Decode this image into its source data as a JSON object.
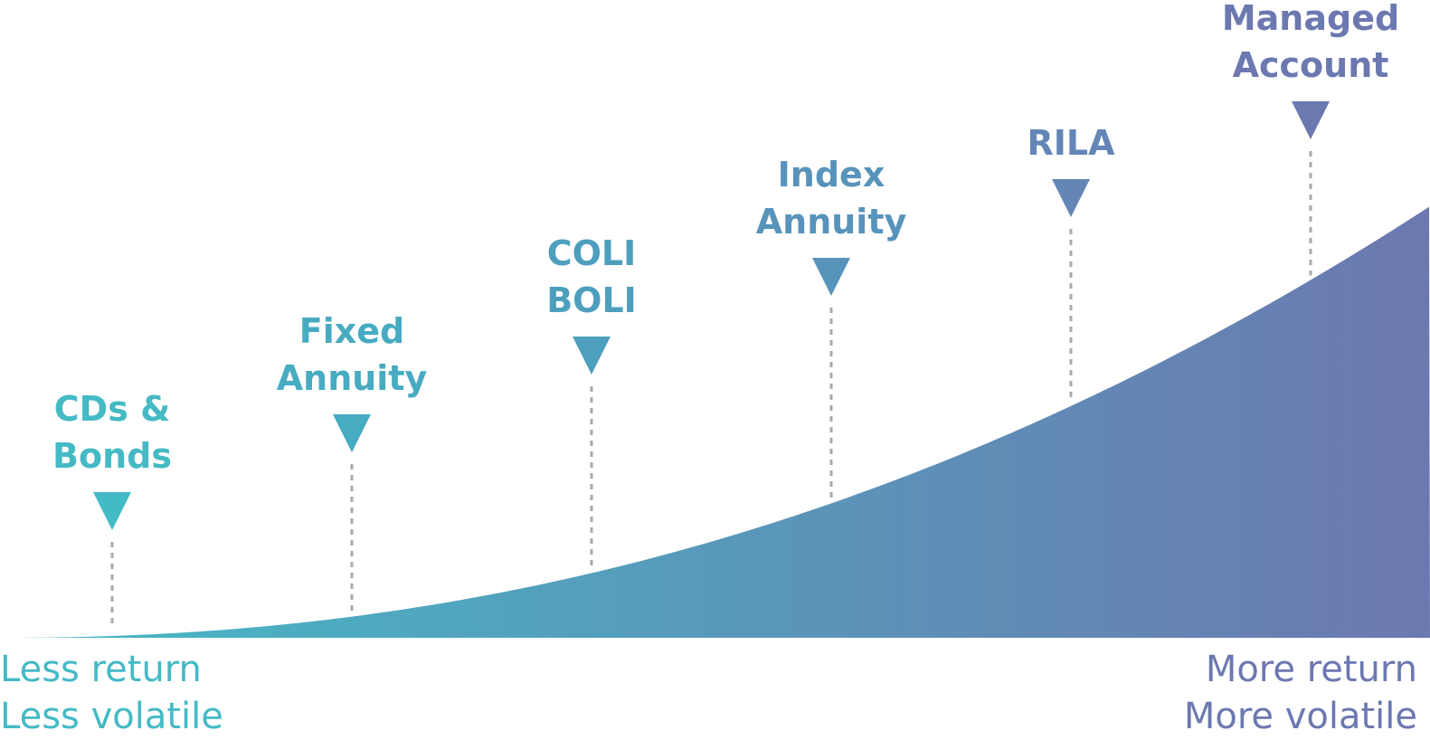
{
  "diagram": {
    "title": "Return vs volatility spectrum",
    "colors": {
      "start": "#44bac5",
      "end": "#6c78b0",
      "dash": "#aaaaaa"
    },
    "products": [
      {
        "lines": [
          "CDs &",
          "Bonds"
        ],
        "color": "#44bac5"
      },
      {
        "lines": [
          "Fixed",
          "Annuity"
        ],
        "color": "#47abc1"
      },
      {
        "lines": [
          "COLI",
          "BOLI"
        ],
        "color": "#4d9fbd"
      },
      {
        "lines": [
          "Index",
          "Annuity"
        ],
        "color": "#5793bb"
      },
      {
        "lines": [
          "RILA"
        ],
        "color": "#6386b7"
      },
      {
        "lines": [
          "Managed",
          "Account"
        ],
        "color": "#6c78b0"
      }
    ],
    "axis_left": {
      "line1": "Less return",
      "line2": "Less volatile",
      "color": "#44bac5"
    },
    "axis_right": {
      "line1": "More return",
      "line2": "More volatile",
      "color": "#6c78b0"
    }
  }
}
